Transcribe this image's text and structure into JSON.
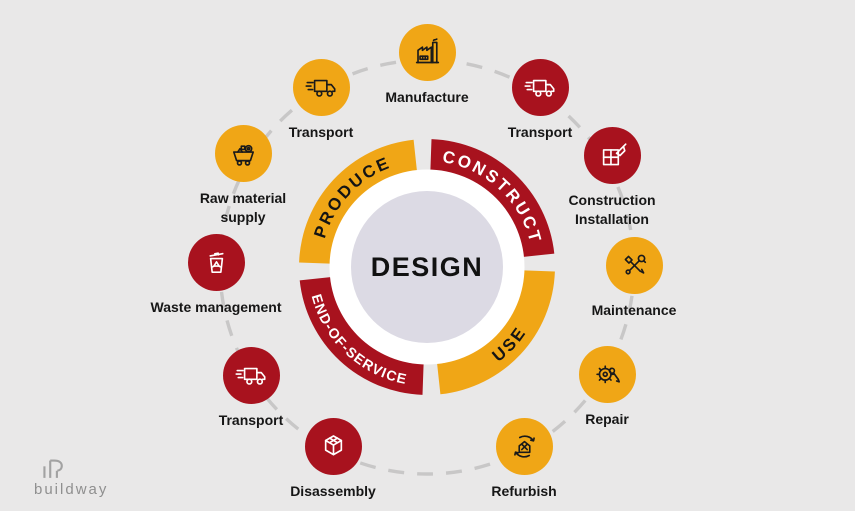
{
  "center": {
    "label": "DESIGN"
  },
  "segments": [
    {
      "label": "PRODUCE",
      "color": "#F0A616",
      "text_color": "#141414"
    },
    {
      "label": "CONSTRUCT",
      "color": "#A8121E",
      "text_color": "#FFFFFF"
    },
    {
      "label": "USE",
      "color": "#F0A616",
      "text_color": "#141414"
    },
    {
      "label": "END-OF-SERVICE",
      "color": "#A8121E",
      "text_color": "#FFFFFF"
    }
  ],
  "nodes": [
    {
      "label": "Transport",
      "icon": "speeding-truck-icon",
      "circle_color": "#F0A616"
    },
    {
      "label": "Manufacture",
      "icon": "factory-icon",
      "circle_color": "#F0A616"
    },
    {
      "label": "Transport",
      "icon": "speeding-truck-icon",
      "circle_color": "#A8121E"
    },
    {
      "label": "Construction Installation",
      "icon": "bricks-trowel-icon",
      "circle_color": "#A8121E"
    },
    {
      "label": "Maintenance",
      "icon": "wrench-screwdriver-icon",
      "circle_color": "#F0A616"
    },
    {
      "label": "Repair",
      "icon": "gear-wrench-icon",
      "circle_color": "#F0A616"
    },
    {
      "label": "Refurbish",
      "icon": "house-renovation-icon",
      "circle_color": "#F0A616"
    },
    {
      "label": "Disassembly",
      "icon": "open-box-icon",
      "circle_color": "#A8121E"
    },
    {
      "label": "Transport",
      "icon": "speeding-truck-icon",
      "circle_color": "#A8121E"
    },
    {
      "label": "Waste management",
      "icon": "trash-recycle-icon",
      "circle_color": "#A8121E"
    },
    {
      "label": "Raw material supply",
      "icon": "mining-cart-icon",
      "circle_color": "#F0A616"
    }
  ],
  "colors": {
    "yellow": "#F0A616",
    "red": "#A8121E",
    "center_fill": "#DCDAE4",
    "ring_white": "#FFFFFF",
    "background": "#E9E8E8",
    "dash": "#C8C7C7",
    "label_text": "#161616"
  },
  "connector": {
    "style": "dashed-circle",
    "color": "#C8C7C7"
  },
  "logo": {
    "text": "buildway",
    "color": "#8F8F8F"
  }
}
